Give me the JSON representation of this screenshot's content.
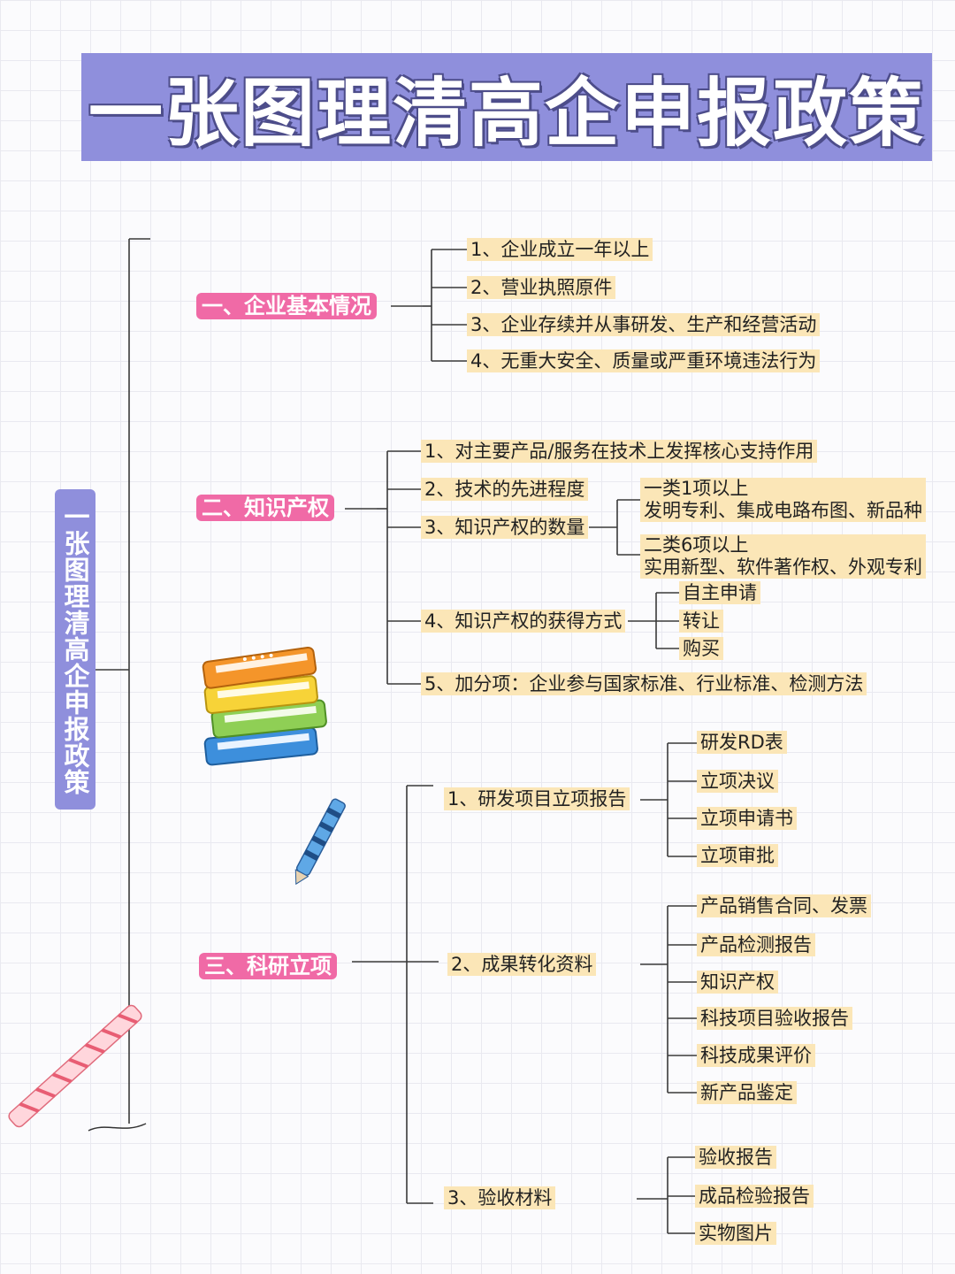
{
  "title": "一张图理清高企申报政策",
  "root": "一张图理清高企申报政策",
  "branches": [
    {
      "label": "一、企业基本情况",
      "items": [
        "1、企业成立一年以上",
        "2、营业执照原件",
        "3、企业存续并从事研发、生产和经营活动",
        "4、无重大安全、质量或严重环境违法行为"
      ]
    },
    {
      "label": "二、知识产权",
      "items": [
        "1、对主要产品/服务在技术上发挥核心支持作用",
        "2、技术的先进程度",
        "3、知识产权的数量",
        "4、知识产权的获得方式",
        "5、加分项：企业参与国家标准、行业标准、检测方法"
      ],
      "quantity_children": [
        {
          "line1": "一类1项以上",
          "line2": "发明专利、集成电路布图、新品种"
        },
        {
          "line1": "二类6项以上",
          "line2": "实用新型、软件著作权、外观专利"
        }
      ],
      "method_children": [
        "自主申请",
        "转让",
        "购买"
      ]
    },
    {
      "label": "三、科研立项",
      "groups": [
        {
          "label": "1、研发项目立项报告",
          "children": [
            "研发RD表",
            "立项决议",
            "立项申请书",
            "立项审批"
          ]
        },
        {
          "label": "2、成果转化资料",
          "children": [
            "产品销售合同、发票",
            "产品检测报告",
            "知识产权",
            "科技项目验收报告",
            "科技成果评价",
            "新产品鉴定"
          ]
        },
        {
          "label": "3、验收材料",
          "children": [
            "验收报告",
            "成品检验报告",
            "实物图片"
          ]
        }
      ]
    }
  ],
  "colors": {
    "banner": "#8f8fdc",
    "branch_tag": "#f06aa6",
    "leaf_highlight": "#fbe6b7",
    "connector": "#3a3a3a"
  }
}
